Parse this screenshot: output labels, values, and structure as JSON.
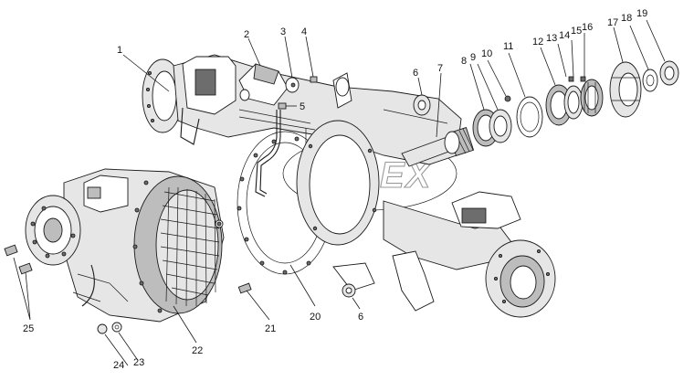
{
  "watermark": "PLAEX",
  "callouts": [
    {
      "id": "c1",
      "label": "1"
    },
    {
      "id": "c2",
      "label": "2"
    },
    {
      "id": "c3",
      "label": "3"
    },
    {
      "id": "c4",
      "label": "4"
    },
    {
      "id": "c5",
      "label": "5"
    },
    {
      "id": "c6a",
      "label": "6"
    },
    {
      "id": "c6b",
      "label": "6"
    },
    {
      "id": "c7",
      "label": "7"
    },
    {
      "id": "c8",
      "label": "8"
    },
    {
      "id": "c9",
      "label": "9"
    },
    {
      "id": "c10",
      "label": "10"
    },
    {
      "id": "c11",
      "label": "11"
    },
    {
      "id": "c12",
      "label": "12"
    },
    {
      "id": "c13",
      "label": "13"
    },
    {
      "id": "c14",
      "label": "14"
    },
    {
      "id": "c15",
      "label": "15"
    },
    {
      "id": "c16",
      "label": "16"
    },
    {
      "id": "c17",
      "label": "17"
    },
    {
      "id": "c18",
      "label": "18"
    },
    {
      "id": "c19",
      "label": "19"
    },
    {
      "id": "c20",
      "label": "20"
    },
    {
      "id": "c21",
      "label": "21"
    },
    {
      "id": "c22",
      "label": "22"
    },
    {
      "id": "c23",
      "label": "23"
    },
    {
      "id": "c24",
      "label": "24"
    },
    {
      "id": "c25",
      "label": "25"
    }
  ]
}
